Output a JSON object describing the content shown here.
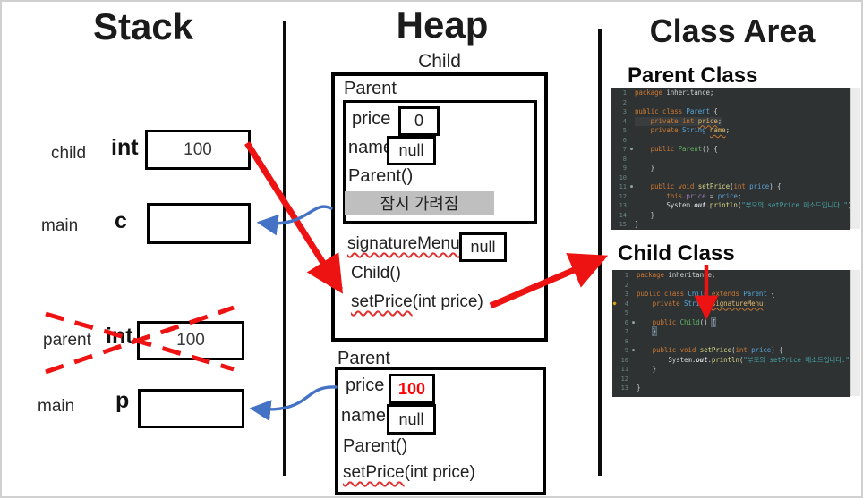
{
  "titles": {
    "stack": "Stack",
    "heap": "Heap",
    "class_area": "Class Area"
  },
  "colors": {
    "arrow_red": "#ee1313",
    "arrow_blue": "#4472c4",
    "highlight_red": "#ff0000",
    "hidden_note_bg": "#bfbfbf"
  },
  "stack": {
    "frames": [
      {
        "label": "child",
        "var": "int",
        "value": "100",
        "crossed_out": false
      },
      {
        "label": "main",
        "var": "c",
        "value": "",
        "crossed_out": false
      },
      {
        "label": "parent",
        "var": "int",
        "value": "100",
        "crossed_out": true
      },
      {
        "label": "main",
        "var": "p",
        "value": "",
        "crossed_out": false
      }
    ]
  },
  "heap": {
    "child_object": {
      "instance_label": "Child",
      "parent_section_label": "Parent",
      "fields": [
        {
          "name": "price",
          "value": "0"
        },
        {
          "name": "name",
          "value": "null"
        }
      ],
      "parent_constructor": "Parent()",
      "hidden_note": "잠시 가려짐",
      "signature_menu": {
        "name": "signatureMenu",
        "value": "null"
      },
      "child_constructor": "Child()",
      "set_price": {
        "name": "setPrice",
        "args": "(int price)"
      }
    },
    "parent_object": {
      "section_label": "Parent",
      "fields": [
        {
          "name": "price",
          "value": "100"
        },
        {
          "name": "name",
          "value": "null"
        }
      ],
      "parent_constructor": "Parent()",
      "set_price": {
        "name": "setPrice",
        "args": "(int price)"
      }
    }
  },
  "class_area": {
    "parent_class": {
      "title": "Parent Class",
      "code": [
        {
          "n": "1",
          "t": [
            [
              "k",
              "package"
            ],
            [
              "p",
              " inheritance;"
            ]
          ]
        },
        {
          "n": "2",
          "t": []
        },
        {
          "n": "3",
          "t": [
            [
              "k",
              "public"
            ],
            [
              "p",
              " "
            ],
            [
              "k",
              "class"
            ],
            [
              "p",
              " "
            ],
            [
              "c",
              "Parent"
            ],
            [
              "p",
              " {"
            ]
          ]
        },
        {
          "n": "4",
          "hl": true,
          "t": [
            [
              "p",
              "    "
            ],
            [
              "k",
              "private"
            ],
            [
              "p",
              " "
            ],
            [
              "k",
              "int"
            ],
            [
              "p",
              " "
            ],
            [
              "f",
              "price"
            ],
            [
              "p",
              ";"
            ],
            [
              "i",
              ""
            ]
          ]
        },
        {
          "n": "5",
          "t": [
            [
              "p",
              "    "
            ],
            [
              "k",
              "private"
            ],
            [
              "p",
              " "
            ],
            [
              "c",
              "String"
            ],
            [
              "p",
              " "
            ],
            [
              "f",
              "name"
            ],
            [
              "p",
              ";"
            ]
          ]
        },
        {
          "n": "6",
          "t": []
        },
        {
          "n": "7",
          "m": "fold",
          "t": [
            [
              "p",
              "    "
            ],
            [
              "k",
              "public"
            ],
            [
              "p",
              " "
            ],
            [
              "g",
              "Parent"
            ],
            [
              "p",
              "() {"
            ]
          ]
        },
        {
          "n": "8",
          "t": []
        },
        {
          "n": "9",
          "t": [
            [
              "p",
              "    }"
            ]
          ]
        },
        {
          "n": "10",
          "t": []
        },
        {
          "n": "11",
          "m": "fold",
          "t": [
            [
              "p",
              "    "
            ],
            [
              "k",
              "public"
            ],
            [
              "p",
              " "
            ],
            [
              "k",
              "void"
            ],
            [
              "p",
              " "
            ],
            [
              "m",
              "setPrice"
            ],
            [
              "p",
              "("
            ],
            [
              "k",
              "int"
            ],
            [
              "p",
              " "
            ],
            [
              "v",
              "price"
            ],
            [
              "p",
              ") {"
            ]
          ]
        },
        {
          "n": "12",
          "t": [
            [
              "p",
              "        "
            ],
            [
              "k",
              "this"
            ],
            [
              "p",
              "."
            ],
            [
              "r",
              "price"
            ],
            [
              "p",
              " = "
            ],
            [
              "v",
              "price"
            ],
            [
              "p",
              ";"
            ]
          ]
        },
        {
          "n": "13",
          "t": [
            [
              "p",
              "        System."
            ],
            [
              "o",
              "out"
            ],
            [
              "p",
              "."
            ],
            [
              "m",
              "println"
            ],
            [
              "p",
              "("
            ],
            [
              "s",
              "\"부모의 setPrice 메소드입니다.\""
            ],
            [
              "p",
              ");"
            ]
          ]
        },
        {
          "n": "14",
          "t": [
            [
              "p",
              "    }"
            ]
          ]
        },
        {
          "n": "15",
          "t": [
            [
              "p",
              "}"
            ]
          ]
        }
      ]
    },
    "child_class": {
      "title": "Child Class",
      "code": [
        {
          "n": "1",
          "t": [
            [
              "k",
              "package"
            ],
            [
              "p",
              " inheritance;"
            ]
          ]
        },
        {
          "n": "2",
          "t": []
        },
        {
          "n": "3",
          "t": [
            [
              "k",
              "public"
            ],
            [
              "p",
              " "
            ],
            [
              "k",
              "class"
            ],
            [
              "p",
              " "
            ],
            [
              "c",
              "Child"
            ],
            [
              "p",
              " "
            ],
            [
              "k",
              "extends"
            ],
            [
              "p",
              " "
            ],
            [
              "c",
              "Parent"
            ],
            [
              "p",
              " {"
            ]
          ]
        },
        {
          "n": "4",
          "m": "warn",
          "t": [
            [
              "p",
              "    "
            ],
            [
              "k",
              "private"
            ],
            [
              "p",
              " "
            ],
            [
              "c",
              "String"
            ],
            [
              "p",
              " "
            ],
            [
              "f",
              "signatureMenu"
            ],
            [
              "p",
              ";"
            ]
          ]
        },
        {
          "n": "5",
          "t": []
        },
        {
          "n": "6",
          "m": "fold",
          "t": [
            [
              "p",
              "    "
            ],
            [
              "k",
              "public"
            ],
            [
              "p",
              " "
            ],
            [
              "g",
              "Child"
            ],
            [
              "p",
              "() "
            ],
            [
              "b",
              "{"
            ]
          ]
        },
        {
          "n": "7",
          "t": [
            [
              "p",
              "    "
            ],
            [
              "b",
              "}"
            ]
          ]
        },
        {
          "n": "8",
          "t": []
        },
        {
          "n": "9",
          "m": "fold",
          "t": [
            [
              "p",
              "    "
            ],
            [
              "k",
              "public"
            ],
            [
              "p",
              " "
            ],
            [
              "k",
              "void"
            ],
            [
              "p",
              " "
            ],
            [
              "m",
              "setPrice"
            ],
            [
              "p",
              "("
            ],
            [
              "k",
              "int"
            ],
            [
              "p",
              " "
            ],
            [
              "v",
              "price"
            ],
            [
              "p",
              ") {"
            ]
          ]
        },
        {
          "n": "10",
          "t": [
            [
              "p",
              "        System."
            ],
            [
              "o",
              "out"
            ],
            [
              "p",
              "."
            ],
            [
              "m",
              "println"
            ],
            [
              "p",
              "("
            ],
            [
              "s",
              "\"부모의 setPrice 메소드입니다.\""
            ],
            [
              "p",
              ");"
            ]
          ]
        },
        {
          "n": "11",
          "t": [
            [
              "p",
              "    }"
            ]
          ]
        },
        {
          "n": "12",
          "t": []
        },
        {
          "n": "13",
          "t": [
            [
              "p",
              "}"
            ]
          ]
        }
      ]
    }
  }
}
